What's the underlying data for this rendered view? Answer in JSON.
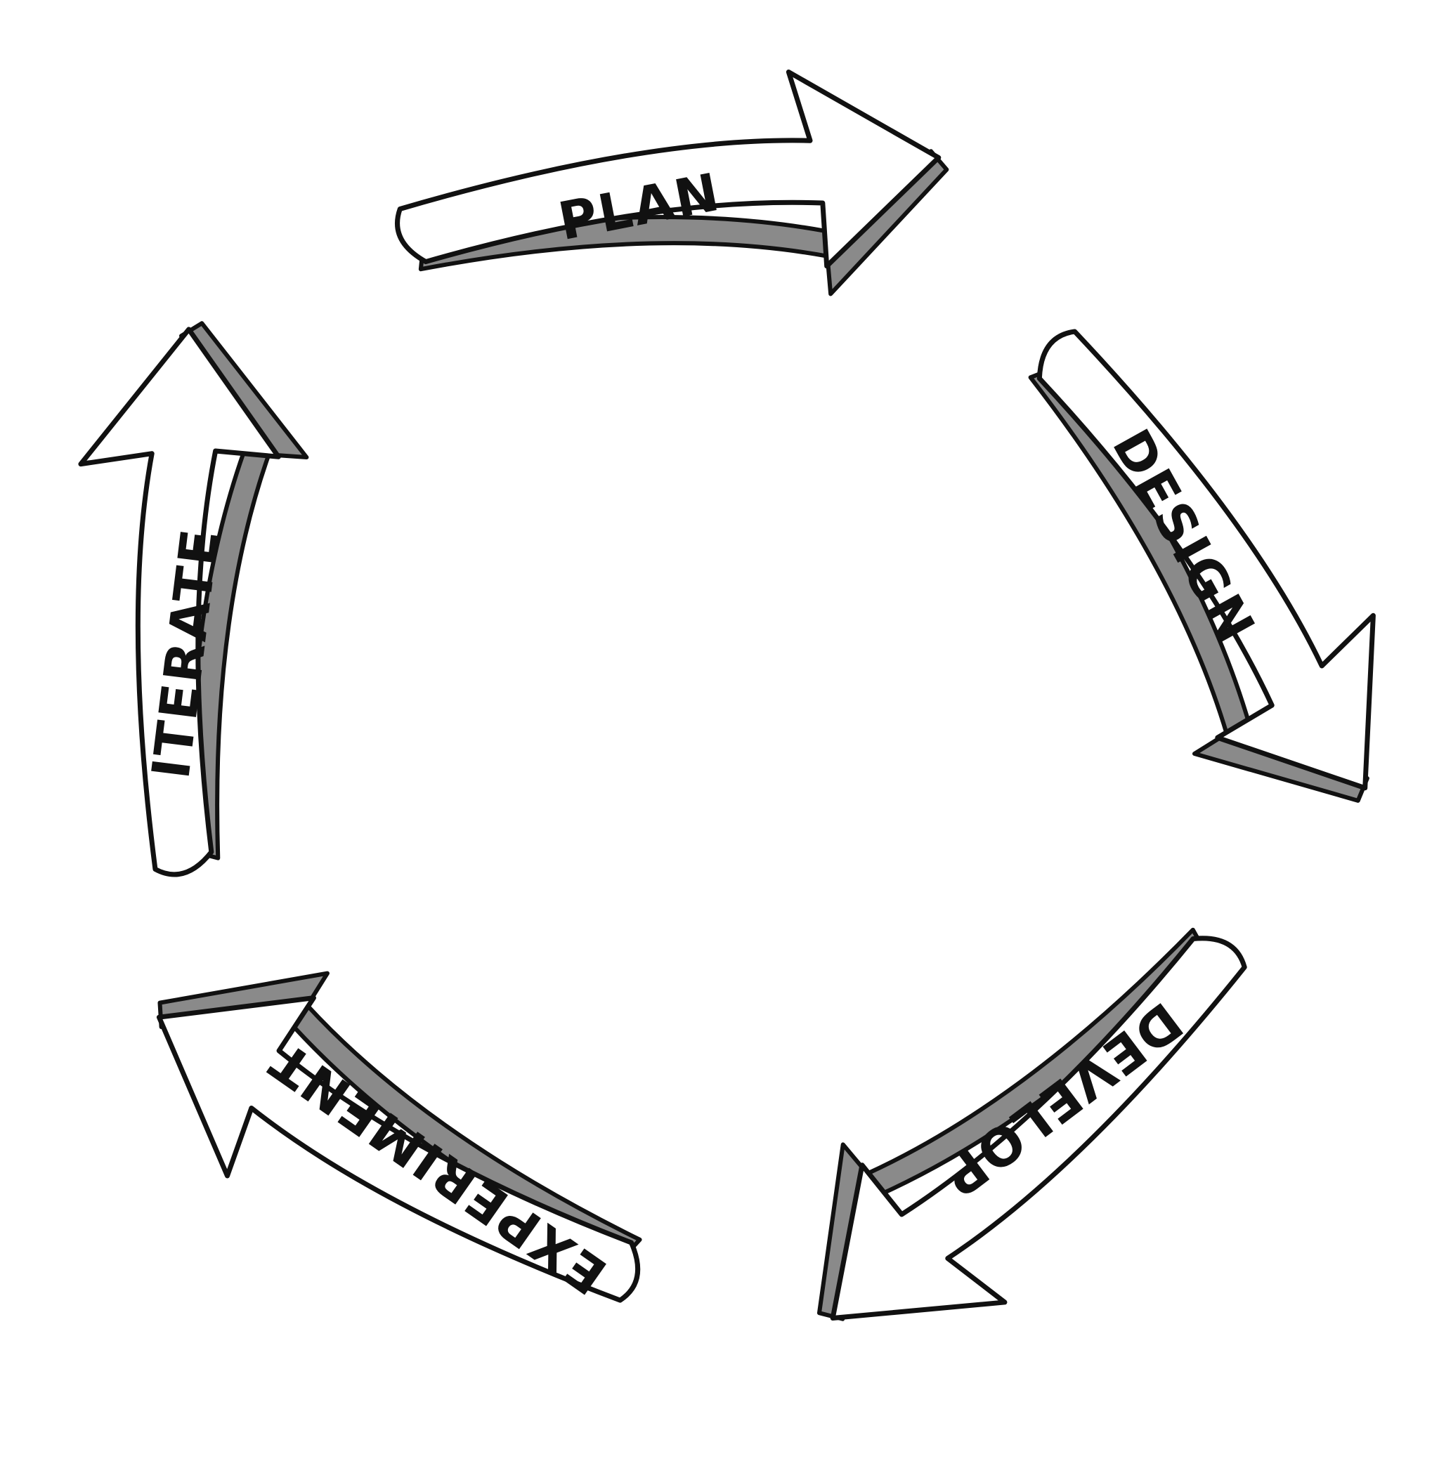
{
  "colors": {
    "outline": "#111111",
    "arrow_fill": "#ffffff",
    "arrow_shade": "#8a8a8a",
    "background": "#ffffff"
  },
  "stages": [
    {
      "label": "PLAN"
    },
    {
      "label": "DESIGN"
    },
    {
      "label": "DEVELOP"
    },
    {
      "label": "EXPERIMENT"
    },
    {
      "label": "ITERATE"
    }
  ]
}
